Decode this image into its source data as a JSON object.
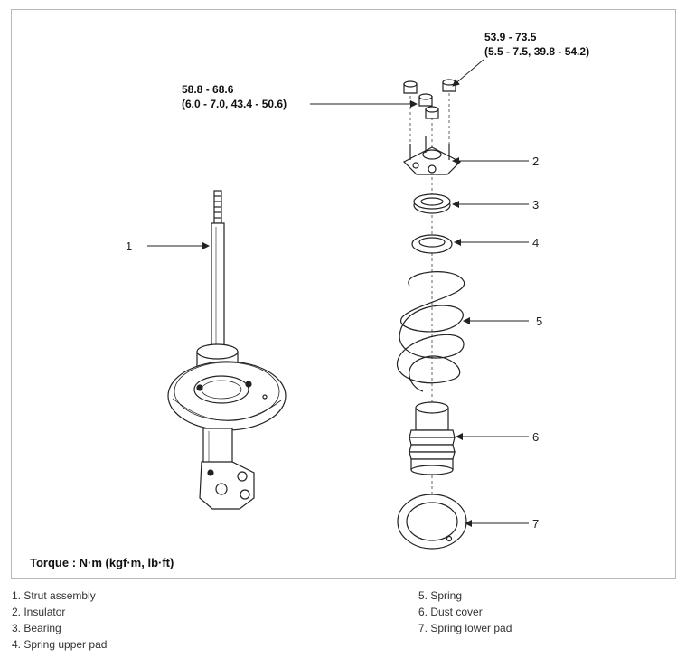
{
  "torque": {
    "label": "Torque : N·m (kgf·m, lb·ft)",
    "spec_upper_nuts": {
      "line1": "58.8 - 68.6",
      "line2": "(6.0 - 7.0, 43.4 - 50.6)"
    },
    "spec_lock_nuts": {
      "line1": "53.9 - 73.5",
      "line2": "(5.5 - 7.5, 39.8 - 54.2)"
    }
  },
  "callouts": [
    "1",
    "2",
    "3",
    "4",
    "5",
    "6",
    "7"
  ],
  "legend": {
    "left": [
      "1. Strut assembly",
      "2. Insulator",
      "3. Bearing",
      "4. Spring upper pad"
    ],
    "right": [
      "5. Spring",
      "6. Dust cover",
      "7. Spring lower pad"
    ]
  }
}
